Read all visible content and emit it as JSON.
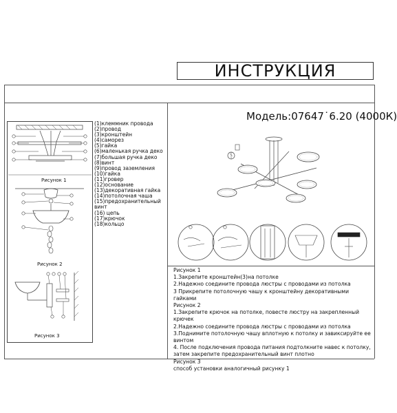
{
  "header": {
    "title": "ИНСТРУКЦИЯ"
  },
  "model": {
    "label": "Модель:07647˙6.20 (4000К)"
  },
  "parts": [
    "(1)клеммник провода",
    "(2)провод",
    "(3)кронштейн",
    "(4)саморез",
    "(5)гайка",
    "(6)маленькая ручка деко",
    "(7)большая ручка деко",
    "(8)винт",
    "(9)провод заземления",
    "(10)гайка",
    "(11)гровер",
    "(12)основание",
    "(13)декоративная гайка",
    "(14)потолочная чаша",
    "(15)предохранительный",
    "винт",
    "(16) цепь",
    "(17)крючок",
    "(18)кольцо"
  ],
  "figures": {
    "fig1": "Рисунок 1",
    "fig2": "Рисунок 2",
    "fig3": "Рисунок 3"
  },
  "instructions": [
    "Рисунок 1",
    "1.Закрепите кронштейн(3)на потолке",
    "2.Надежно соедините провода люстры с проводами из потолка",
    "3 Прикрепите потолочную чашу к кронштейну декоративными гайками",
    "Рисунок 2",
    "1.Закрепите крючок на потолке, повесте люстру на закрепленный крючек",
    "2.Надежно соедините провода люстры с проводами из потолка",
    "3.Поднимите потолочную чашу вплотную к потолку и завиксируйте ее винтом",
    "4. После подключения провода питания подтолкните навес к потолку, затем закрепите предохранительный винт плотно",
    "Рисунок 3",
    "способ установки аналогичный рисунку 1"
  ]
}
